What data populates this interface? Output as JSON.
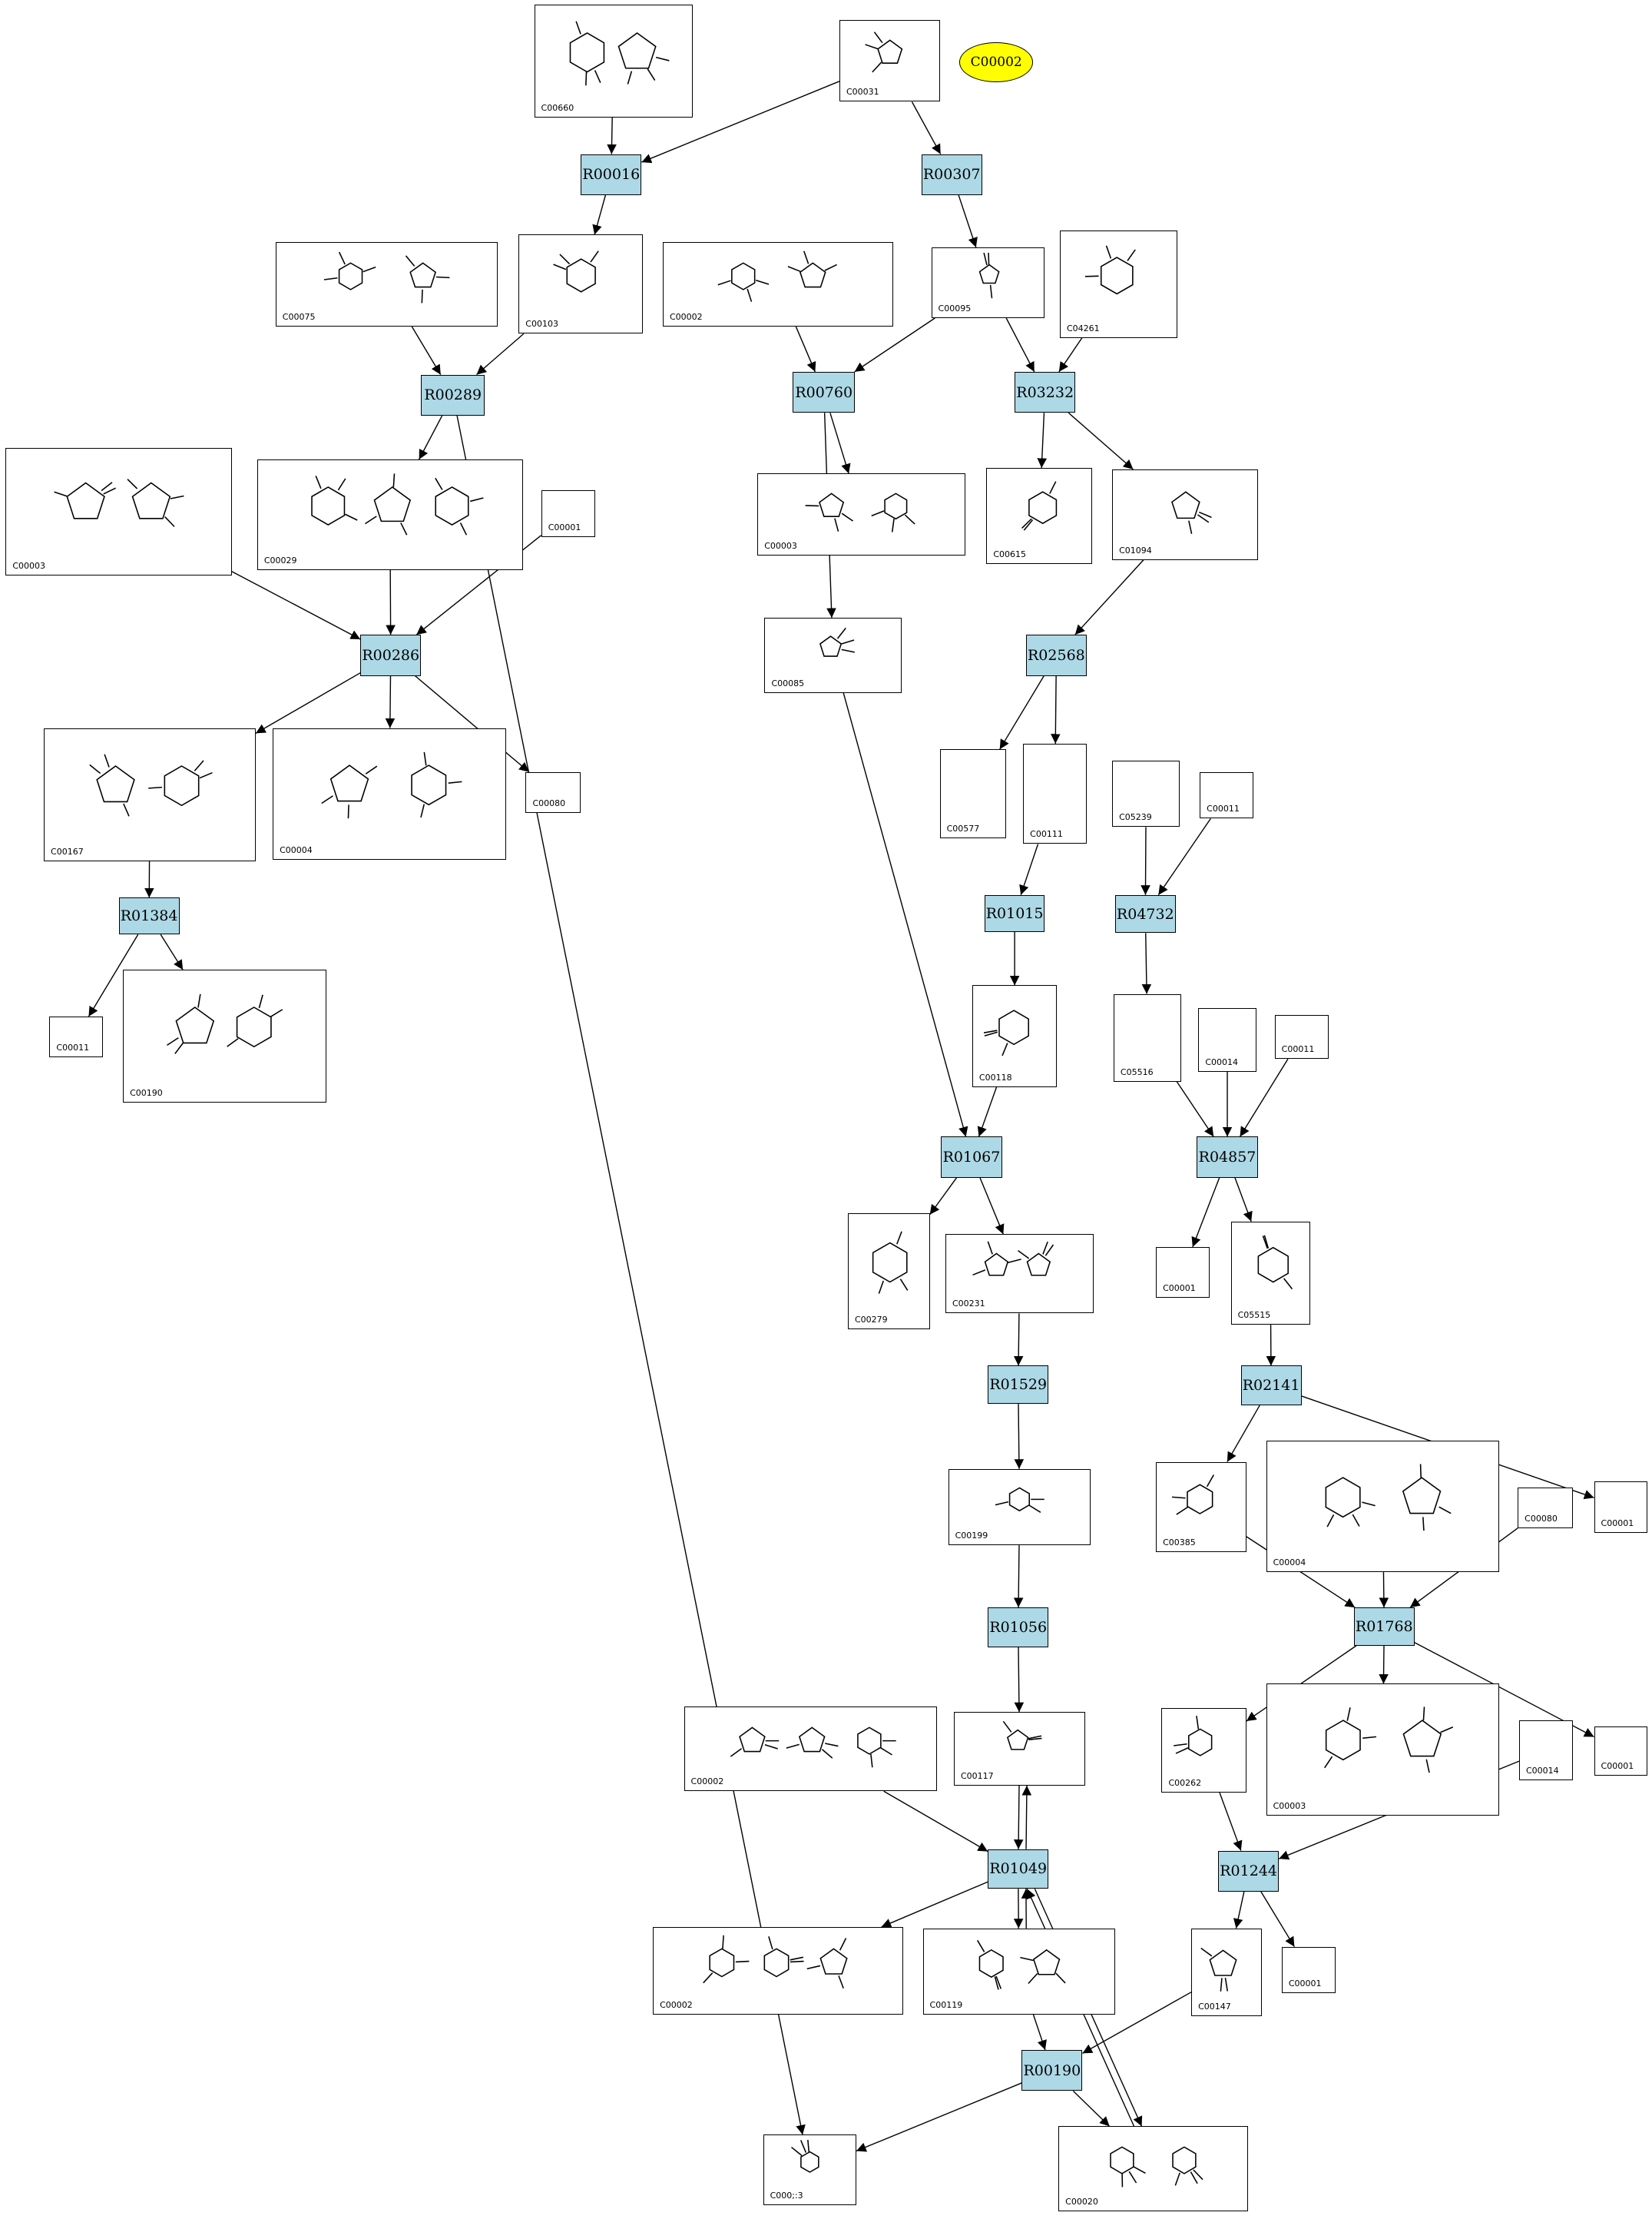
{
  "diagram": {
    "highlighted_compound": "C00002",
    "compounds": [
      {
        "id": "C00660",
        "label": "C00660"
      },
      {
        "id": "C00031",
        "label": "C00031"
      },
      {
        "id": "C00103",
        "label": "C00103"
      },
      {
        "id": "C00075",
        "label": "C00075"
      },
      {
        "id": "C00002a",
        "label": "C00002"
      },
      {
        "id": "C00095",
        "label": "C00095"
      },
      {
        "id": "C04261",
        "label": "C04261"
      },
      {
        "id": "C00003a",
        "label": "C00003"
      },
      {
        "id": "C00029",
        "label": "C00029"
      },
      {
        "id": "C00001a",
        "label": "C00001"
      },
      {
        "id": "C00003b",
        "label": "C00003"
      },
      {
        "id": "C00615",
        "label": "C00615"
      },
      {
        "id": "C01094",
        "label": "C01094"
      },
      {
        "id": "C00085",
        "label": "C00085"
      },
      {
        "id": "C00167",
        "label": "C00167"
      },
      {
        "id": "C00004a",
        "label": "C00004"
      },
      {
        "id": "C00080a",
        "label": "C00080"
      },
      {
        "id": "C00577",
        "label": "C00577"
      },
      {
        "id": "C00111",
        "label": "C00111"
      },
      {
        "id": "C05239",
        "label": "C05239"
      },
      {
        "id": "C00011a",
        "label": "C00011"
      },
      {
        "id": "C00011b",
        "label": "C00011"
      },
      {
        "id": "C00190",
        "label": "C00190"
      },
      {
        "id": "C00118",
        "label": "C00118"
      },
      {
        "id": "C05516",
        "label": "C05516"
      },
      {
        "id": "C00014a",
        "label": "C00014"
      },
      {
        "id": "C00011c",
        "label": "C00011"
      },
      {
        "id": "C00279",
        "label": "C00279"
      },
      {
        "id": "C00231",
        "label": "C00231"
      },
      {
        "id": "C00001b",
        "label": "C00001"
      },
      {
        "id": "C05515",
        "label": "C05515"
      },
      {
        "id": "C00199",
        "label": "C00199"
      },
      {
        "id": "C00385",
        "label": "C00385"
      },
      {
        "id": "C00004b",
        "label": "C00004"
      },
      {
        "id": "C00080b",
        "label": "C00080"
      },
      {
        "id": "C00001c",
        "label": "C00001"
      },
      {
        "id": "C00002b",
        "label": "C00002"
      },
      {
        "id": "C00117",
        "label": "C00117"
      },
      {
        "id": "C00262",
        "label": "C00262"
      },
      {
        "id": "C00003c",
        "label": "C00003"
      },
      {
        "id": "C00014b",
        "label": "C00014"
      },
      {
        "id": "C00001d",
        "label": "C00001"
      },
      {
        "id": "C00002c",
        "label": "C00002"
      },
      {
        "id": "C00119",
        "label": "C00119"
      },
      {
        "id": "C00147",
        "label": "C00147"
      },
      {
        "id": "C00001e",
        "label": "C00001"
      },
      {
        "id": "C00013",
        "label": "C000;:3"
      },
      {
        "id": "C00020",
        "label": "C00020"
      }
    ],
    "reactions": [
      {
        "id": "R00016",
        "label": "R00016"
      },
      {
        "id": "R00307",
        "label": "R00307"
      },
      {
        "id": "R00289",
        "label": "R00289"
      },
      {
        "id": "R00760",
        "label": "R00760"
      },
      {
        "id": "R03232",
        "label": "R03232"
      },
      {
        "id": "R00286",
        "label": "R00286"
      },
      {
        "id": "R02568",
        "label": "R02568"
      },
      {
        "id": "R01384",
        "label": "R01384"
      },
      {
        "id": "R01015",
        "label": "R01015"
      },
      {
        "id": "R04732",
        "label": "R04732"
      },
      {
        "id": "R01067",
        "label": "R01067"
      },
      {
        "id": "R04857",
        "label": "R04857"
      },
      {
        "id": "R01529",
        "label": "R01529"
      },
      {
        "id": "R02141",
        "label": "R02141"
      },
      {
        "id": "R01056",
        "label": "R01056"
      },
      {
        "id": "R01768",
        "label": "R01768"
      },
      {
        "id": "R01049",
        "label": "R01049"
      },
      {
        "id": "R01244",
        "label": "R01244"
      },
      {
        "id": "R00190",
        "label": "R00190"
      }
    ],
    "edges": [
      [
        "C00660",
        "R00016"
      ],
      [
        "C00031",
        "R00016"
      ],
      [
        "C00031",
        "R00307"
      ],
      [
        "R00016",
        "C00103"
      ],
      [
        "R00307",
        "C00095"
      ],
      [
        "C00075",
        "R00289"
      ],
      [
        "C00103",
        "R00289"
      ],
      [
        "C00002a",
        "R00760"
      ],
      [
        "C00095",
        "R00760"
      ],
      [
        "C00095",
        "R03232"
      ],
      [
        "C04261",
        "R03232"
      ],
      [
        "R00289",
        "C00029"
      ],
      [
        "R00289",
        "C00013"
      ],
      [
        "R00760",
        "C00003b"
      ],
      [
        "R00760",
        "C00085"
      ],
      [
        "R03232",
        "C00615"
      ],
      [
        "R03232",
        "C01094"
      ],
      [
        "C00003a",
        "R00286"
      ],
      [
        "C00029",
        "R00286"
      ],
      [
        "C00001a",
        "R00286"
      ],
      [
        "R00286",
        "C00167"
      ],
      [
        "R00286",
        "C00004a"
      ],
      [
        "R00286",
        "C00080a"
      ],
      [
        "C01094",
        "R02568"
      ],
      [
        "R02568",
        "C00577"
      ],
      [
        "R02568",
        "C00111"
      ],
      [
        "C00167",
        "R01384"
      ],
      [
        "R01384",
        "C00011a"
      ],
      [
        "R01384",
        "C00190"
      ],
      [
        "C00111",
        "R01015"
      ],
      [
        "R01015",
        "C00118"
      ],
      [
        "C05239",
        "R04732"
      ],
      [
        "C00011b",
        "R04732"
      ],
      [
        "R04732",
        "C05516"
      ],
      [
        "C00085",
        "R01067"
      ],
      [
        "C00118",
        "R01067"
      ],
      [
        "R01067",
        "C00279"
      ],
      [
        "R01067",
        "C00231"
      ],
      [
        "C05516",
        "R04857"
      ],
      [
        "C00014a",
        "R04857"
      ],
      [
        "C00011c",
        "R04857"
      ],
      [
        "R04857",
        "C00001b"
      ],
      [
        "R04857",
        "C05515"
      ],
      [
        "C00231",
        "R01529"
      ],
      [
        "R01529",
        "C00199"
      ],
      [
        "C05515",
        "R02141"
      ],
      [
        "R02141",
        "C00385"
      ],
      [
        "R02141",
        "C00001c"
      ],
      [
        "C00199",
        "R01056"
      ],
      [
        "R01056",
        "C00117"
      ],
      [
        "C00385",
        "R01768"
      ],
      [
        "C00004b",
        "R01768"
      ],
      [
        "C00080b",
        "R01768"
      ],
      [
        "R01768",
        "C00262"
      ],
      [
        "R01768",
        "C00003c"
      ],
      [
        "R01768",
        "C00001d"
      ],
      [
        "C00002b",
        "R01049"
      ],
      [
        "C00117",
        "R01049"
      ],
      [
        "R01049",
        "C00117"
      ],
      [
        "R01049",
        "C00002c"
      ],
      [
        "R01049",
        "C00119"
      ],
      [
        "C00119",
        "R01049"
      ],
      [
        "C00020",
        "R01049"
      ],
      [
        "R01049",
        "C00020"
      ],
      [
        "C00262",
        "R01244"
      ],
      [
        "C00014b",
        "R01244"
      ],
      [
        "R01244",
        "C00147"
      ],
      [
        "R01244",
        "C00001e"
      ],
      [
        "C00119",
        "R00190"
      ],
      [
        "C00147",
        "R00190"
      ],
      [
        "R00190",
        "C00013"
      ],
      [
        "R00190",
        "C00020"
      ]
    ]
  }
}
